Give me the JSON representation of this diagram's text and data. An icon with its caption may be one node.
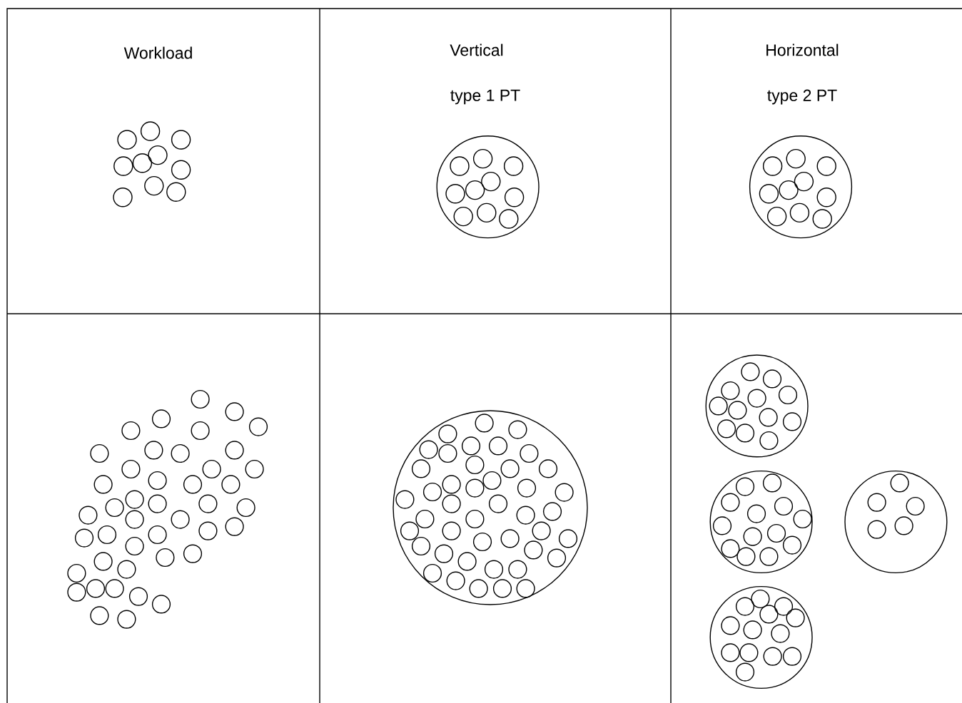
{
  "diagram": {
    "labels": [
      "Workload",
      "Vertical",
      "type 1 PT",
      "Horizontal",
      "type 2 PT"
    ]
  }
}
